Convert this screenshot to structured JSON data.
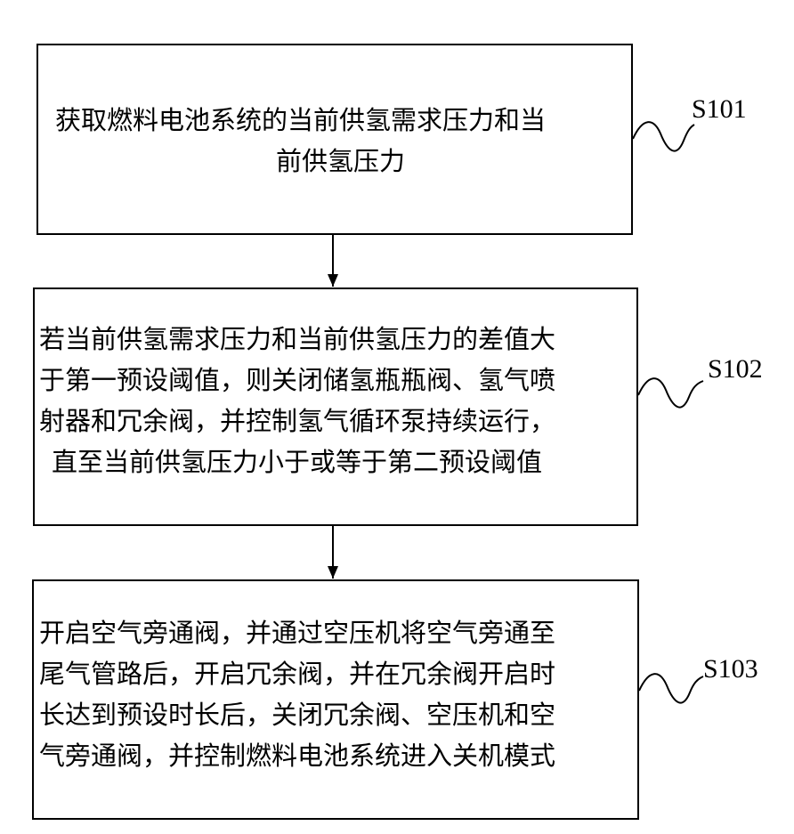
{
  "steps": [
    {
      "id": "S101",
      "label": "S101",
      "lines": [
        "获取燃料电池系统的当前供氢需求压力和当",
        "前供氢压力"
      ]
    },
    {
      "id": "S102",
      "label": "S102",
      "lines": [
        "若当前供氢需求压力和当前供氢压力的差值大",
        "于第一预设阈值，则关闭储氢瓶瓶阀、氢气喷",
        "射器和冗余阀，并控制氢气循环泵持续运行，",
        "直至当前供氢压力小于或等于第二预设阈值"
      ]
    },
    {
      "id": "S103",
      "label": "S103",
      "lines": [
        "开启空气旁通阀，并通过空压机将空气旁通至",
        "尾气管路后，开启冗余阀，并在冗余阀开启时",
        "长达到预设时长后，关闭冗余阀、空压机和空",
        "气旁通阀，并控制燃料电池系统进入关机模式"
      ]
    }
  ],
  "colors": {
    "line": "#000000",
    "background": "#ffffff"
  }
}
